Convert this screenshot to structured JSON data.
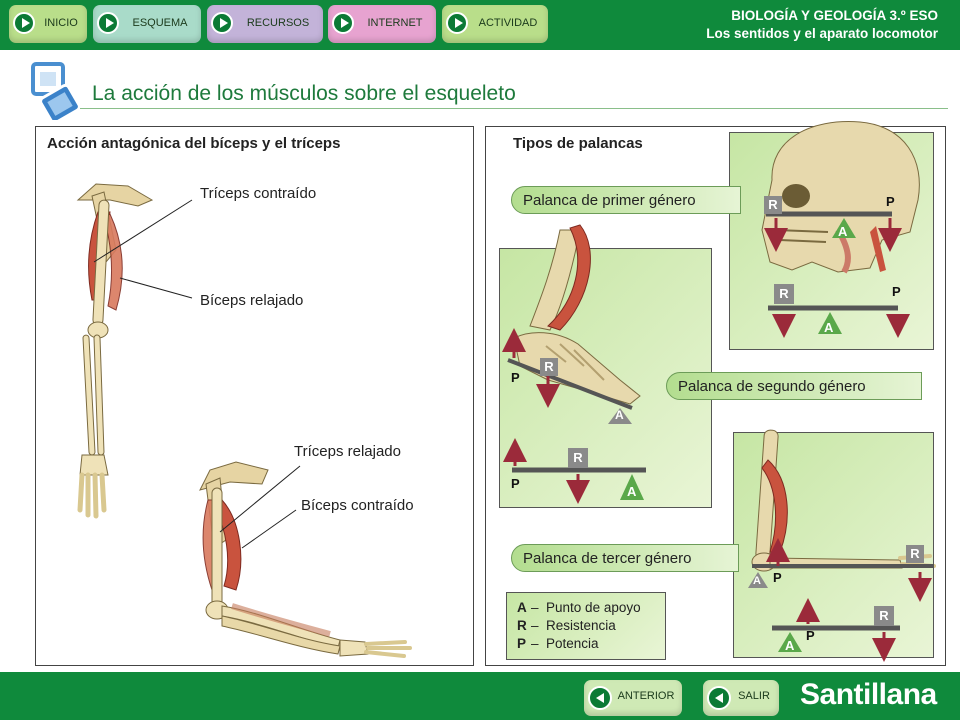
{
  "header": {
    "subject": "BIOLOGÍA Y GEOLOGÍA 3.º ESO",
    "unit": "Los sentidos y el aparato locomotor"
  },
  "nav": {
    "items": [
      {
        "label": "INICIO",
        "color": "#b9de8a"
      },
      {
        "label": "ESQUEMA",
        "color": "#a9dbc9"
      },
      {
        "label": "RECURSOS",
        "color": "#c3b3d9"
      },
      {
        "label": "INTERNET",
        "color": "#e7a3d0"
      },
      {
        "label": "ACTIVIDAD",
        "color": "#b9de8a"
      }
    ]
  },
  "slide": {
    "title": "La acción de los músculos sobre el esqueleto"
  },
  "left_panel": {
    "heading": "Acción antagónica del bíceps y el tríceps",
    "labels": {
      "triceps_contracted": "Tríceps contraído",
      "biceps_relaxed": "Bíceps relajado",
      "triceps_relaxed": "Tríceps relajado",
      "biceps_contracted": "Bíceps contraído"
    }
  },
  "right_panel": {
    "heading": "Tipos de palancas",
    "first_class": "Palanca de primer género",
    "second_class": "Palanca de segundo género",
    "third_class": "Palanca de tercer género",
    "markers": {
      "R": "R",
      "A": "A",
      "P": "P"
    },
    "legend": [
      {
        "key": "A",
        "dash": "–",
        "text": "Punto de apoyo"
      },
      {
        "key": "R",
        "dash": "–",
        "text": "Resistencia"
      },
      {
        "key": "P",
        "dash": "–",
        "text": "Potencia"
      }
    ]
  },
  "footer": {
    "prev_label": "ANTERIOR",
    "exit_label": "SALIR",
    "brand": "Santillana"
  },
  "colors": {
    "bar_green": "#0f8a3c",
    "title_green": "#1e7a3c",
    "marker_gray": "#8a8a8a",
    "marker_green": "#5aa84a",
    "arrow_red": "#9b2a3a"
  }
}
